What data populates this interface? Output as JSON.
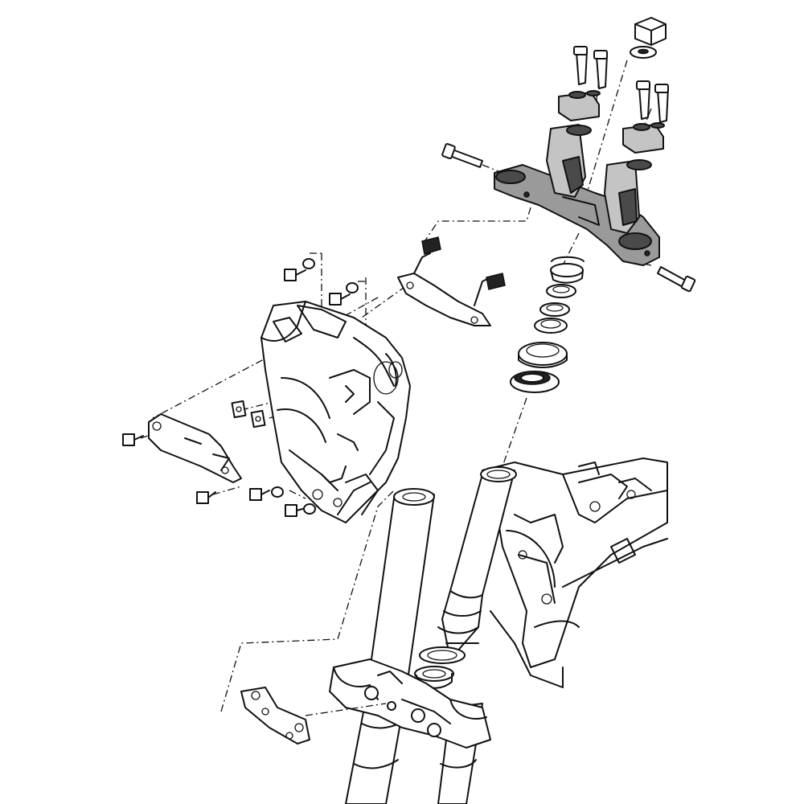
{
  "diagram": {
    "type": "exploded-parts-view",
    "highlight_color": "#9a9a9a",
    "line_color": "#111111",
    "background": "#ffffff",
    "components": [
      "upper-triple-clamp",
      "stem-nut",
      "stem-nut-washer",
      "handlebar-clamp-left",
      "handlebar-clamp-right",
      "handlebar-clamp-bolt",
      "pinch-bolt-left",
      "pinch-bolt-right",
      "bearing-adjust-nut",
      "lock-washer",
      "bearing-race",
      "bearing-seal",
      "steering-head-bearing",
      "steering-stem",
      "lower-triple-clamp",
      "fork-tube-left",
      "fork-tube-right",
      "frame-head-tube",
      "headlight-bracket-housing",
      "fairing-mount-bracket",
      "side-bracket-plate",
      "hose-guide-plate",
      "mounting-bolt",
      "washer",
      "rubber-grommet",
      "clip-nut"
    ]
  }
}
